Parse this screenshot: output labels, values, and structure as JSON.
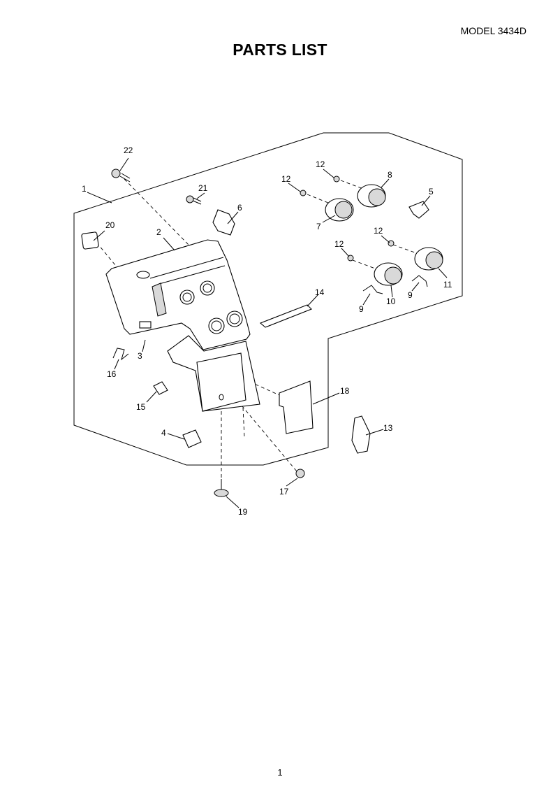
{
  "header": {
    "model": "MODEL 3434D"
  },
  "title": "PARTS LIST",
  "page_number": "1",
  "diagram": {
    "callouts": [
      "1",
      "2",
      "3",
      "4",
      "5",
      "6",
      "7",
      "8",
      "9",
      "9",
      "10",
      "11",
      "12",
      "12",
      "12",
      "12",
      "13",
      "14",
      "15",
      "16",
      "17",
      "18",
      "19",
      "20",
      "21",
      "22"
    ]
  }
}
